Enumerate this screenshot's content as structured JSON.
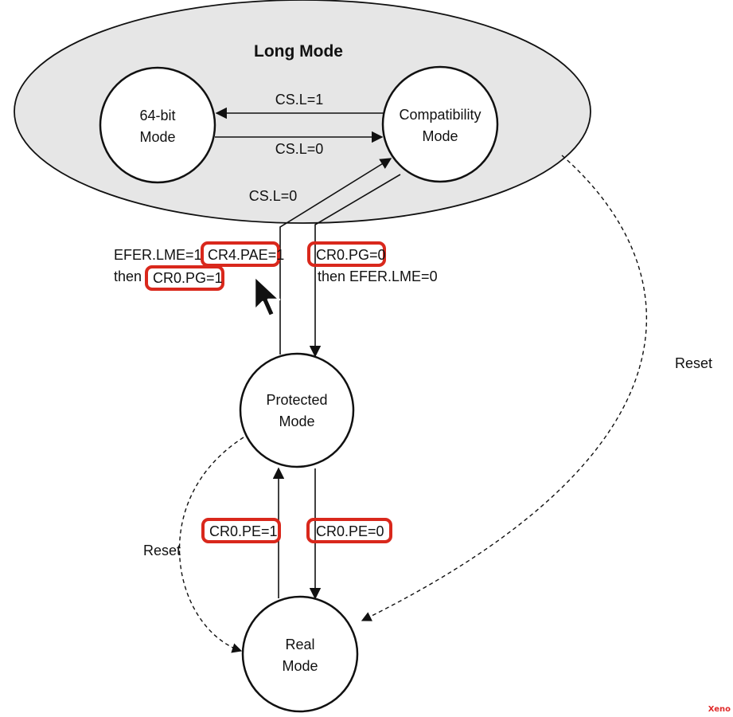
{
  "diagram": {
    "title": "Long Mode",
    "nodes": {
      "bit64": [
        "64-bit",
        "Mode"
      ],
      "compat": [
        "Compatibility",
        "Mode"
      ],
      "protected": [
        "Protected",
        "Mode"
      ],
      "real": [
        "Real",
        "Mode"
      ]
    },
    "edges": {
      "compat_to_64": "CS.L=1",
      "to_compat": "CS.L=0",
      "protected_to_long": "CS.L=0",
      "enter_long_line1_prefix": "EFER.LME=1",
      "enter_long_line1_box": "CR4.PAE=1",
      "enter_long_line2_prefix": "then",
      "enter_long_line2_box": "CR0.PG=1",
      "exit_long_line1_box": "CR0.PG=0",
      "exit_long_line2": "then EFER.LME=0",
      "to_protected": "CR0.PE=1",
      "to_real": "CR0.PE=0",
      "reset_left": "Reset",
      "reset_right": "Reset"
    },
    "highlight_color": "#d9281c"
  },
  "watermark": "Xeno"
}
